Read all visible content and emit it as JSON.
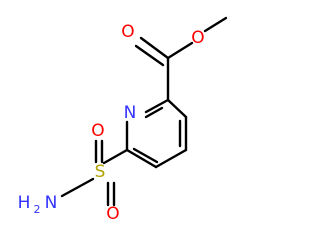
{
  "molecule": {
    "atoms": {
      "O_ester": "O",
      "O_carbonyl": "O",
      "N_ring": "N",
      "S": "S",
      "O_s_up": "O",
      "O_s_down": "O",
      "amine": "H",
      "amine_sub": "2",
      "amine_N": "N"
    }
  },
  "colors": {
    "oxygen": "#ff0000",
    "nitrogen": "#3333ff",
    "sulfur": "#b2a300",
    "bond": "#000000",
    "background": "#ffffff"
  }
}
